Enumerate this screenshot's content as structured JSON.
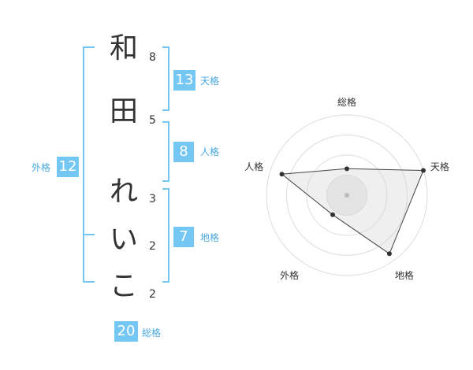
{
  "name": {
    "chars": [
      {
        "char": "和",
        "strokes": "8"
      },
      {
        "char": "田",
        "strokes": "5"
      },
      {
        "char": "れ",
        "strokes": "3"
      },
      {
        "char": "い",
        "strokes": "2"
      },
      {
        "char": "こ",
        "strokes": "2"
      }
    ]
  },
  "kaku": {
    "tenkaku": {
      "value": "13",
      "label": "天格"
    },
    "jinkaku": {
      "value": "8",
      "label": "人格"
    },
    "chikaku": {
      "value": "7",
      "label": "地格"
    },
    "gaikaku": {
      "value": "12",
      "label": "外格"
    },
    "soukaku": {
      "value": "20",
      "label": "総格"
    }
  },
  "colors": {
    "bracket": "#74c7f3",
    "box": "#74c7f3",
    "label": "#4aa8e0",
    "text": "#333333"
  },
  "chart_data": {
    "type": "radar",
    "axes": [
      "総格",
      "天格",
      "地格",
      "外格",
      "人格"
    ],
    "values": [
      0.33,
      1.0,
      0.9,
      0.3,
      0.85
    ],
    "range": [
      0,
      1
    ],
    "rings": 4
  }
}
